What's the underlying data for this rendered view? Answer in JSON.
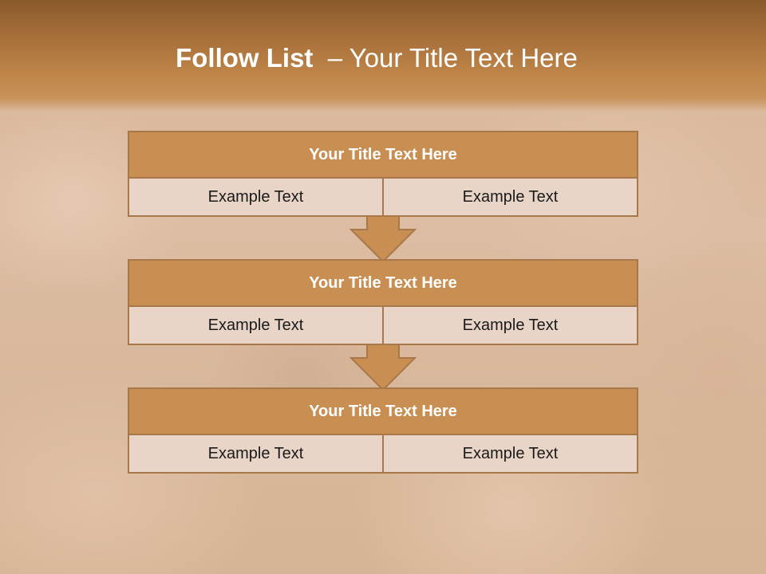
{
  "slide": {
    "title_bold": "Follow List",
    "title_rest": "– Your Title Text Here"
  },
  "steps": [
    {
      "title": "Your Title Text Here",
      "left": "Example Text",
      "right": "Example Text"
    },
    {
      "title": "Your Title Text Here",
      "left": "Example Text",
      "right": "Example Text"
    },
    {
      "title": "Your Title Text Here",
      "left": "Example Text",
      "right": "Example Text"
    }
  ],
  "colors": {
    "title_fill": "#c98f52",
    "cell_fill": "#e9d5c7",
    "border": "#a9784a",
    "arrow_fill": "#c98f52"
  }
}
